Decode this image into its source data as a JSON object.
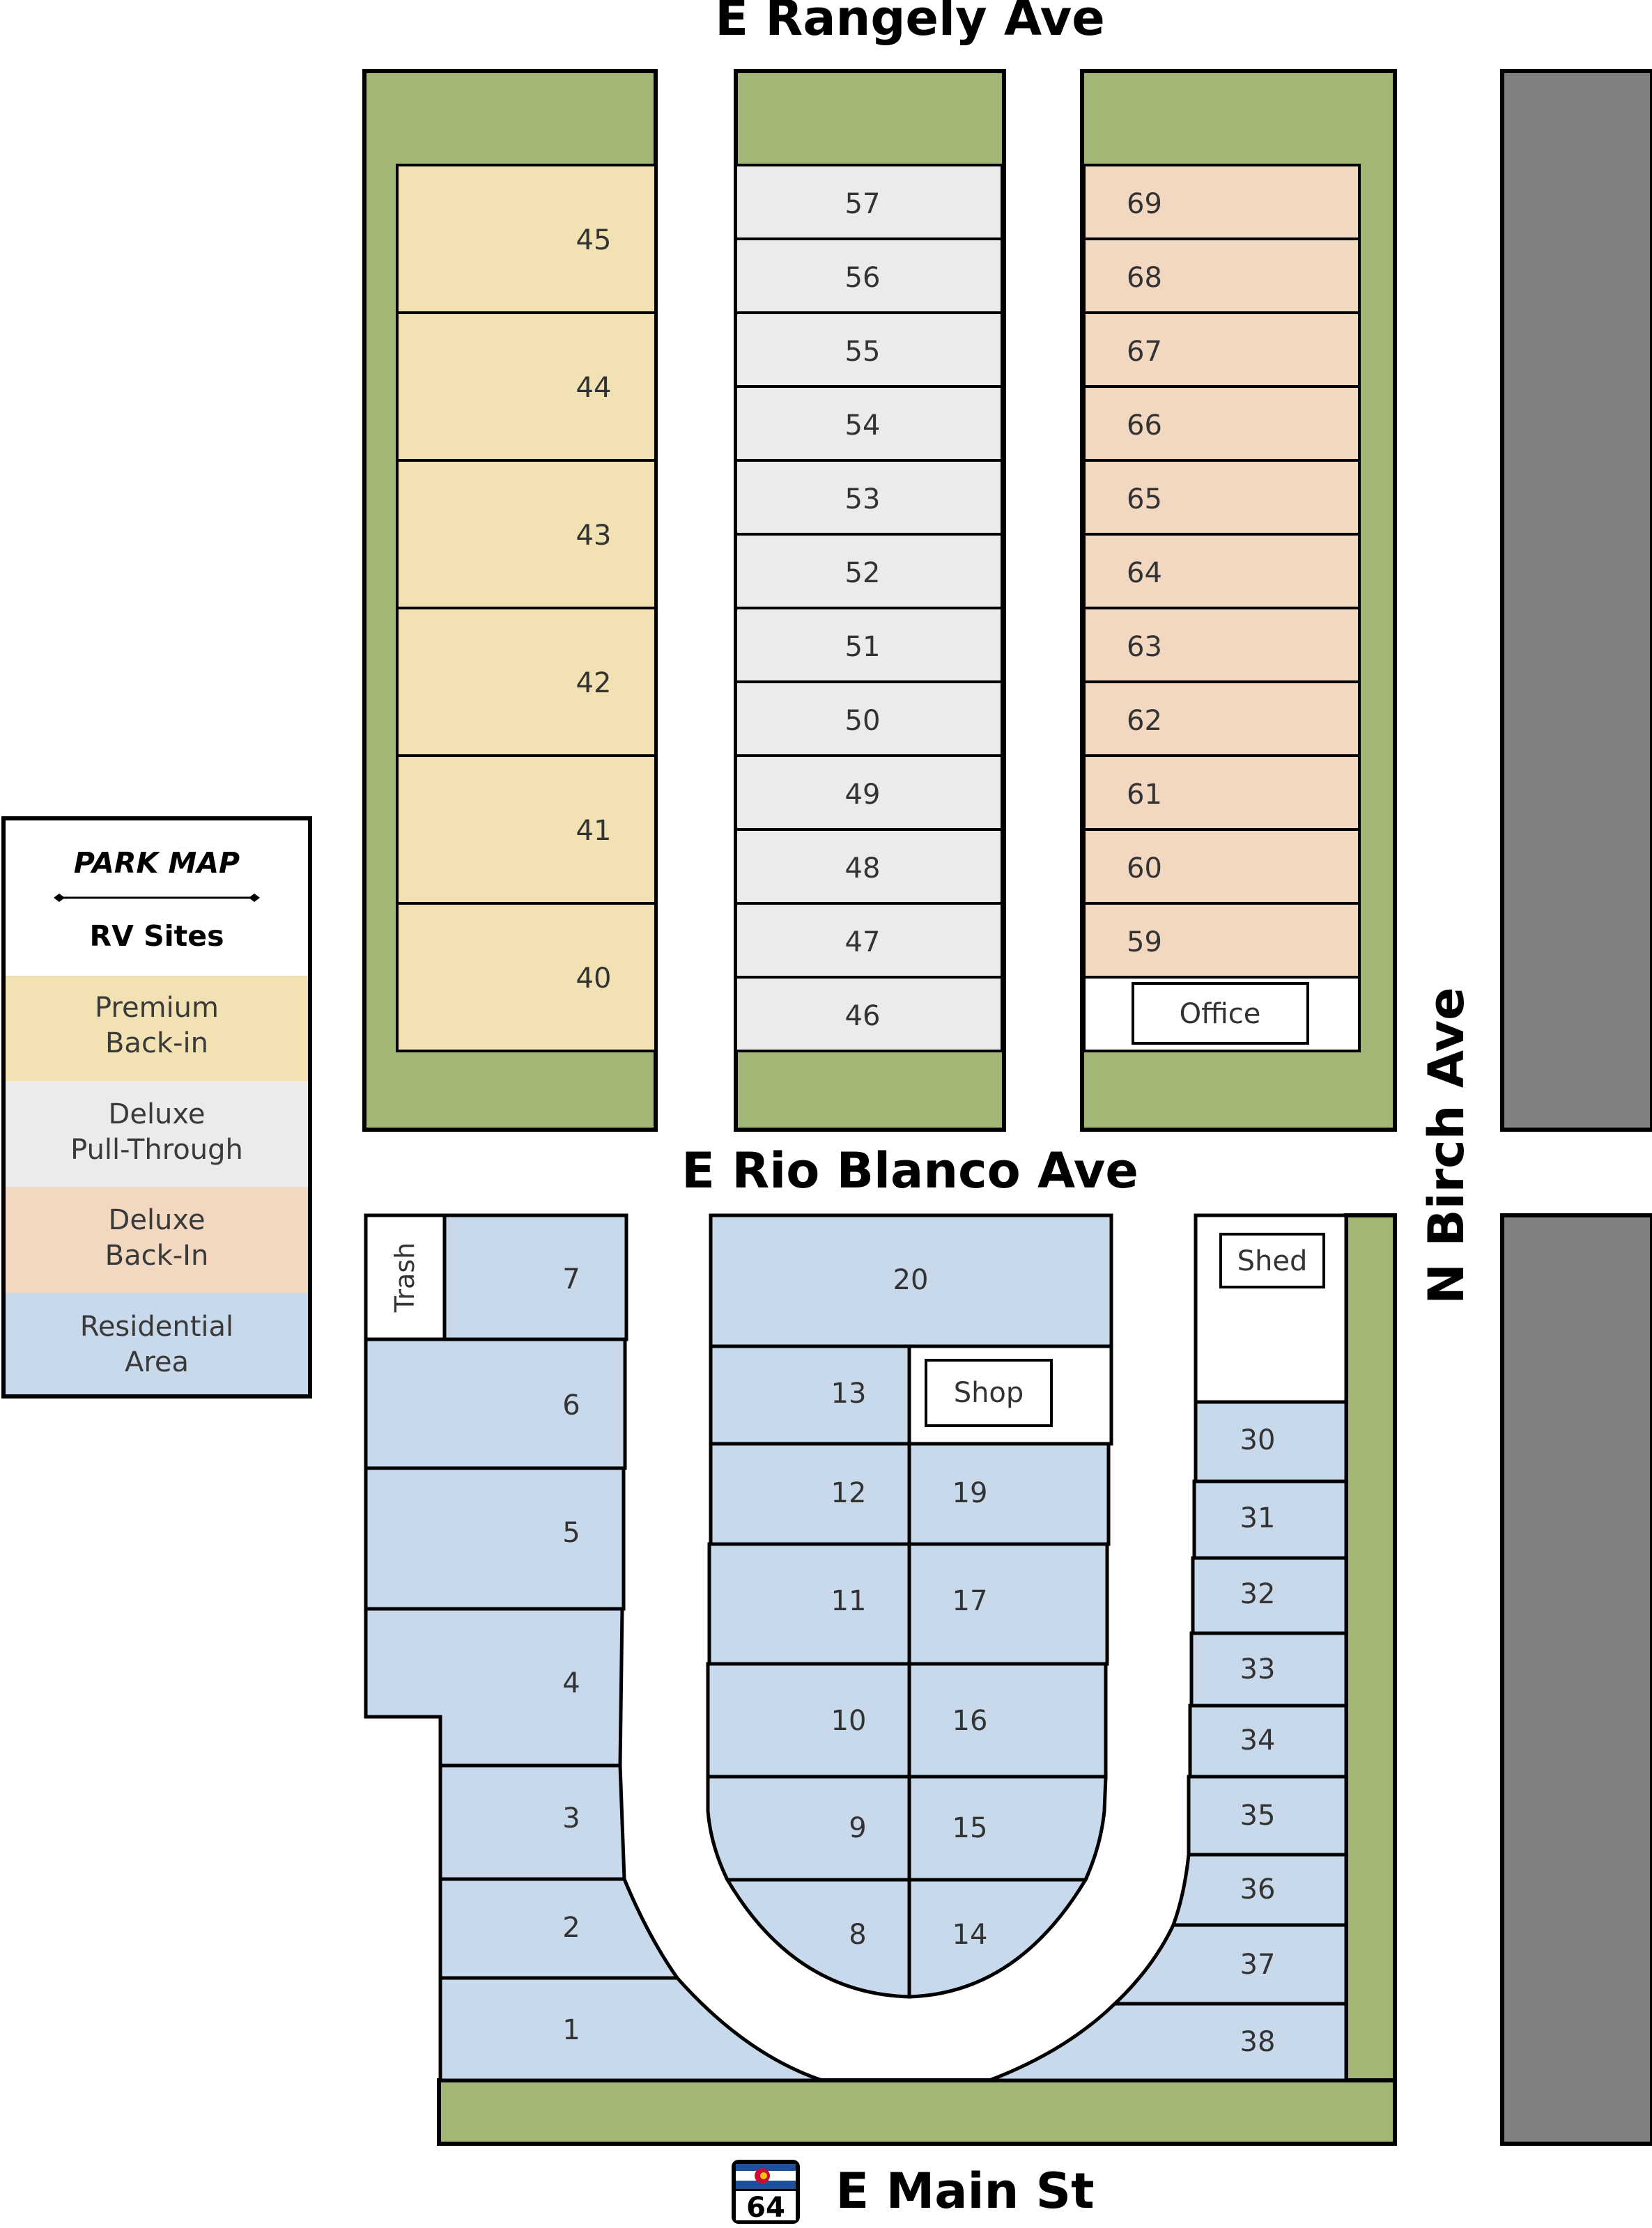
{
  "streets": {
    "north": "E Rangely Ave",
    "middle": "E Rio Blanco Ave",
    "east": "N Birch Ave",
    "south": "E Main St",
    "highway_shield": "64"
  },
  "legend": {
    "title": "PARK MAP",
    "subtitle": "RV Sites",
    "items": [
      {
        "line1": "Premium",
        "line2": "Back-in",
        "color": "#f2e2b3"
      },
      {
        "line1": "Deluxe",
        "line2": "Pull-Through",
        "color": "#ebebeb"
      },
      {
        "line1": "Deluxe",
        "line2": "Back-In",
        "color": "#f2d8c1"
      },
      {
        "line1": "Residential",
        "line2": "Area",
        "color": "#c9d9ec"
      }
    ]
  },
  "colors": {
    "grass": "#a2b676",
    "road_building": "#808080",
    "premium": "#f2e2b3",
    "pull_through": "#ebebeb",
    "back_in": "#f2d8c1",
    "residential": "#c9d9ec",
    "outline": "#000000"
  },
  "facilities": {
    "office": "Office",
    "trash": "Trash",
    "shop": "Shop",
    "shed": "Shed"
  },
  "sites": {
    "premium_back_in": [
      "45",
      "44",
      "43",
      "42",
      "41",
      "40"
    ],
    "deluxe_pull_through": [
      "57",
      "56",
      "55",
      "54",
      "53",
      "52",
      "51",
      "50",
      "49",
      "48",
      "47",
      "46"
    ],
    "deluxe_back_in": [
      "69",
      "68",
      "67",
      "66",
      "65",
      "64",
      "63",
      "62",
      "61",
      "60",
      "59"
    ],
    "residential_west": [
      "7",
      "6",
      "5",
      "4",
      "3",
      "2",
      "1"
    ],
    "residential_center_left": [
      "20",
      "13",
      "12",
      "11",
      "10",
      "9",
      "8"
    ],
    "residential_center_right": [
      "19",
      "17",
      "16",
      "15",
      "14"
    ],
    "residential_east": [
      "30",
      "31",
      "32",
      "33",
      "34",
      "35",
      "36",
      "37",
      "38"
    ]
  }
}
